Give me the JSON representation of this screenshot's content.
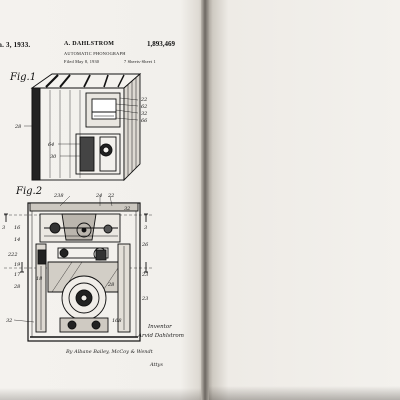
{
  "header": {
    "date": "n. 3, 1933.",
    "inventor": "A. DAHLSTROM",
    "patent_number": "1,893,469",
    "title": "AUTOMATIC PHONOGRAPH",
    "filed": "Filed May 8, 1930",
    "sheets": "7 Sheets-Sheet 1"
  },
  "figures": {
    "fig1": {
      "label": "Fig.1",
      "refs": [
        "22",
        "62",
        "32",
        "66",
        "28",
        "64",
        "30"
      ]
    },
    "fig2": {
      "label": "Fig.2",
      "refs": [
        "238",
        "24",
        "22",
        "32",
        "3",
        "3",
        "16",
        "26",
        "222",
        "14",
        "19",
        "17",
        "23",
        "28",
        "28",
        "18",
        "23",
        "32",
        "168"
      ]
    }
  },
  "signature": {
    "inventor_caption": "Inventor",
    "inventor_name": "Arvid Dahlstrom",
    "attorney": "By Albane Bailey, McCoy & Wendt",
    "attys": "Attys"
  }
}
